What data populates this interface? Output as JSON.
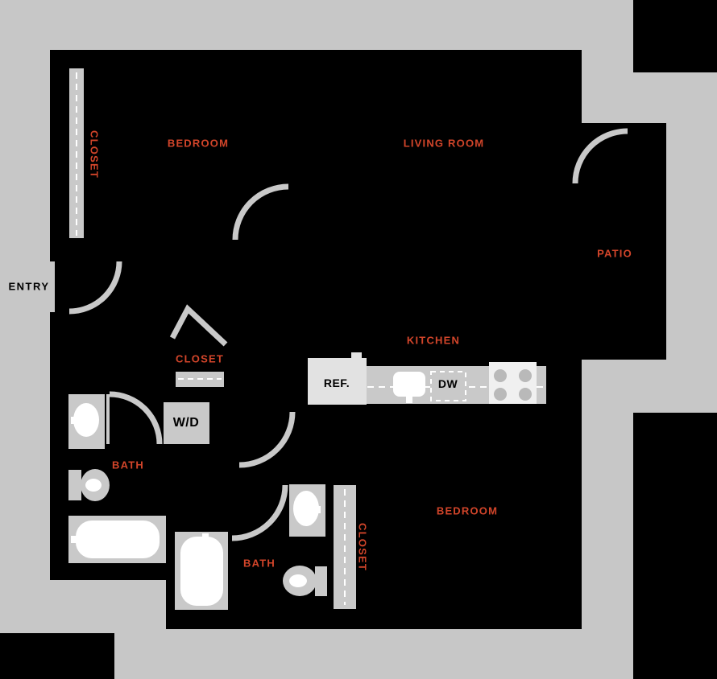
{
  "plan": {
    "type": "apartment-floor-plan",
    "colors": {
      "background": "#c7c7c7",
      "walls": "#000000",
      "fixture_gray": "#c9c9c9",
      "accent_orange": "#d2452a",
      "appliance_light": "#e2e2e2",
      "stove_white": "#f0f0f0",
      "burner_gray": "#b9b9b9",
      "fixture_white": "#ffffff"
    }
  },
  "labels": {
    "entry": "ENTRY",
    "closet_upper": "CLOSET",
    "bedroom_1": "BEDROOM",
    "living_room": "LIVING ROOM",
    "patio": "PATIO",
    "kitchen": "KITCHEN",
    "closet_hall": "CLOSET",
    "bath_1": "BATH",
    "bath_2": "BATH",
    "bedroom_2": "BEDROOM",
    "closet_lower": "CLOSET",
    "washer_dryer": "W/D",
    "refrigerator": "REF.",
    "dishwasher": "DW"
  }
}
